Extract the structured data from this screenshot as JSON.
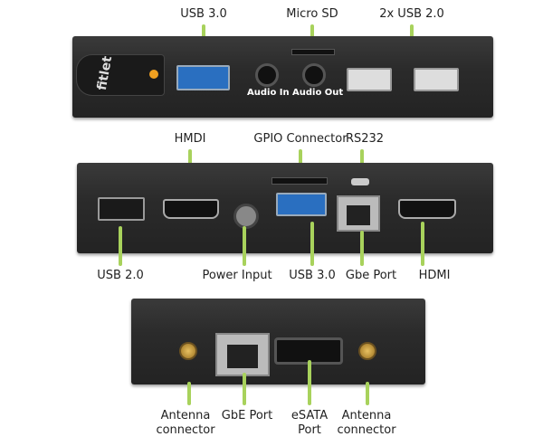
{
  "panel_top": {
    "labels": {
      "usb3": "USB 3.0",
      "microsd": "Micro SD",
      "usb2x": "2x USB 2.0"
    },
    "audio_in": "Audio In",
    "audio_out": "Audio Out",
    "logo": "fitlet"
  },
  "panel_middle": {
    "labels_top": {
      "hdmi": "HMDI",
      "gpio": "GPIO Connector",
      "rs232": "RS232"
    },
    "labels_bottom": {
      "usb2": "USB 2.0",
      "power": "Power Input",
      "usb3": "USB 3.0",
      "gbe": "Gbe Port",
      "hdmi": "HDMI"
    }
  },
  "panel_bottom": {
    "labels": {
      "antenna_left": "Antenna connector",
      "gbe": "GbE Port",
      "esata": "eSATA Port",
      "antenna_right": "Antenna connector"
    }
  },
  "colors": {
    "leader": "#a8d25c",
    "chassis": "#2b2b2b"
  }
}
